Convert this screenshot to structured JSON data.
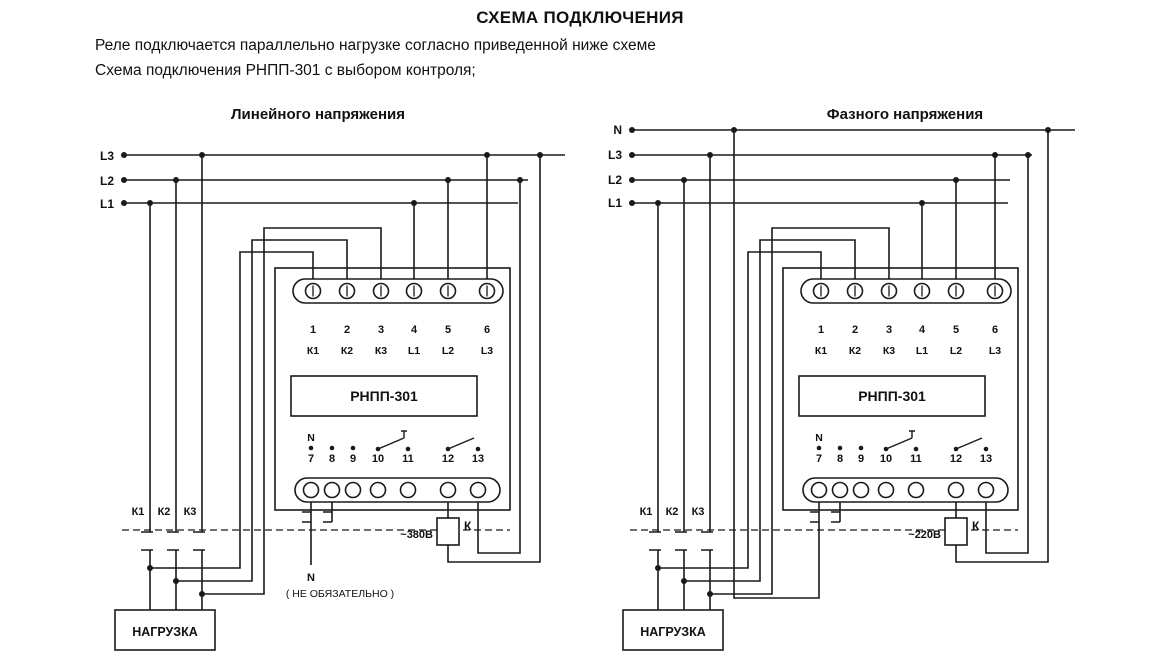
{
  "page": {
    "title": "СХЕМА ПОДКЛЮЧЕНИЯ",
    "subtitle1": "Реле подключается параллельно нагрузке согласно приведенной ниже схеме",
    "subtitle2": "Схема подключения РНПП-301 с выбором контроля;"
  },
  "device": {
    "name": "РНПП-301",
    "n_label": "N",
    "top_terminal_numbers": [
      "1",
      "2",
      "3",
      "4",
      "5",
      "6"
    ],
    "top_terminal_labels": [
      "К1",
      "К2",
      "К3",
      "L1",
      "L2",
      "L3"
    ],
    "bottom_terminal_numbers": [
      "7",
      "8",
      "9",
      "10",
      "11",
      "12",
      "13"
    ]
  },
  "left_diagram": {
    "heading": "Линейного напряжения",
    "bus_labels": [
      "L3",
      "L2",
      "L1"
    ],
    "contact_labels": [
      "К1",
      "К2",
      "К3"
    ],
    "coil_label": "К",
    "voltage": "~380В",
    "load_label": "НАГРУЗКА",
    "n_label": "N",
    "optional_note": "( НЕ ОБЯЗАТЕЛЬНО )"
  },
  "right_diagram": {
    "heading": "Фазного напряжения",
    "bus_labels": [
      "N",
      "L3",
      "L2",
      "L1"
    ],
    "contact_labels": [
      "К1",
      "К2",
      "К3"
    ],
    "coil_label": "К",
    "voltage": "~220В",
    "load_label": "НАГРУЗКА"
  }
}
